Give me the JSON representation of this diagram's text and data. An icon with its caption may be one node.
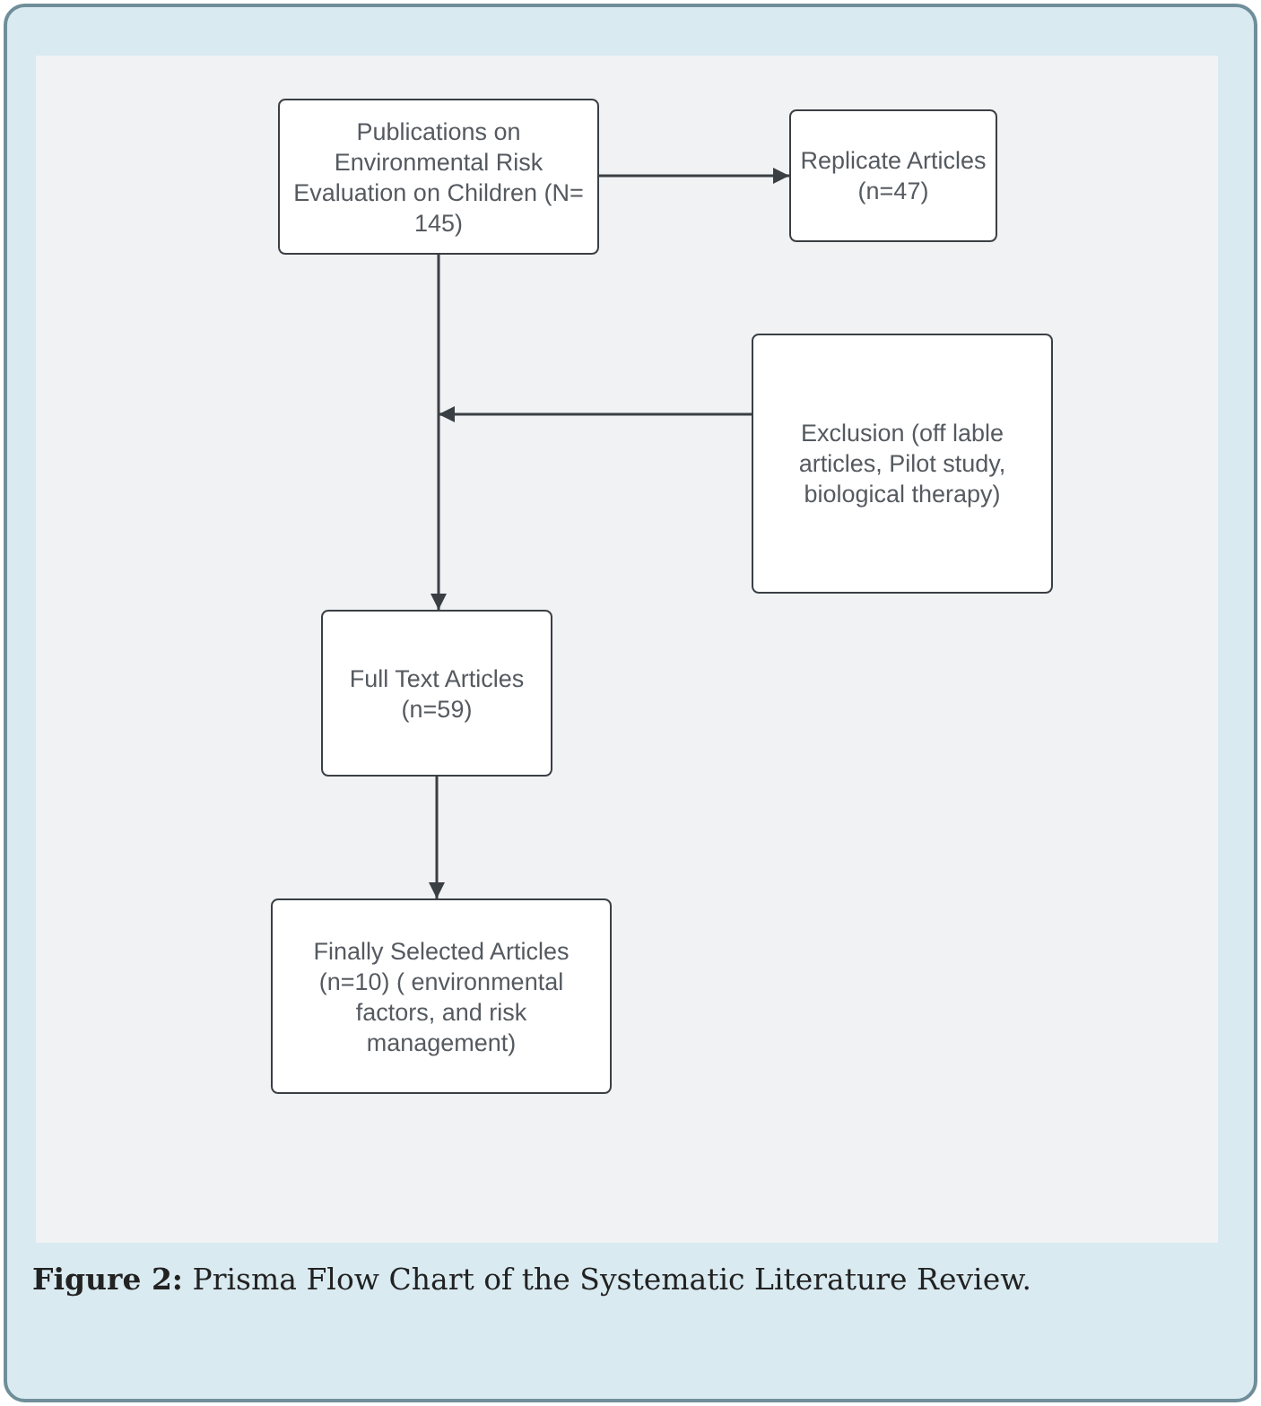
{
  "diagram": {
    "caption": "**Figure 2:** Prisma Flow Chart of the Systematic Literature Review.",
    "nodes": [
      {
        "text": [
          "Publications on Environmental Risk Evaluation on Children (N= 145)"
        ]
      },
      {
        "text": [
          "Replicate Articles (n=47)"
        ]
      },
      {
        "text": [
          "Exclusion (off lable articles, Pilot study, biological therapy)"
        ]
      },
      {
        "text": [
          "Full Text Articles (n=59)"
        ]
      },
      {
        "text": [
          "Finally Selected Articles (n=10) ( environmental factors, and risk management)"
        ]
      }
    ],
    "edges": [
      {
        "from": 0,
        "to": 1,
        "arrow": "to"
      },
      {
        "from": 0,
        "to": 3,
        "arrow": "to"
      },
      {
        "from": 2,
        "to": null,
        "arrow": "to"
      },
      {
        "from": 3,
        "to": 4,
        "arrow": "to"
      }
    ]
  }
}
